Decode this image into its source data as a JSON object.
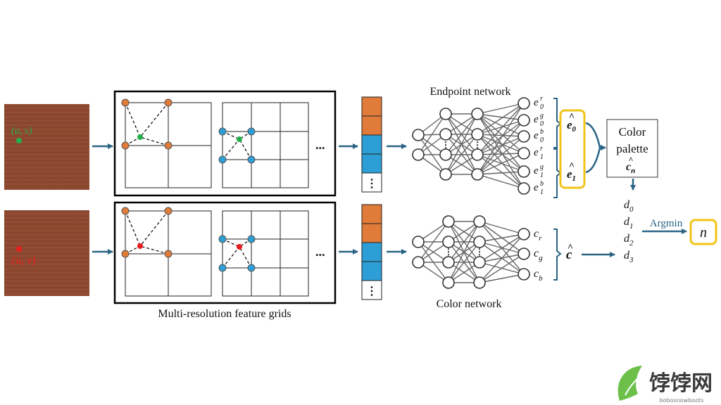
{
  "texture_top_label": "(u, v)",
  "texture_bottom_label": "(u, v)",
  "grids_caption": "Multi-resolution feature grids",
  "ellipsis": "...",
  "feature_vector_dots": "⋮",
  "endpoint_network_label": "Endpoint network",
  "color_network_label": "Color network",
  "endpoint_outputs": [
    {
      "base": "e",
      "sub": "0",
      "sup": "r"
    },
    {
      "base": "e",
      "sub": "0",
      "sup": "g"
    },
    {
      "base": "e",
      "sub": "0",
      "sup": "b"
    },
    {
      "base": "e",
      "sub": "1",
      "sup": "r"
    },
    {
      "base": "e",
      "sub": "1",
      "sup": "g"
    },
    {
      "base": "e",
      "sub": "1",
      "sup": "b"
    }
  ],
  "color_outputs": [
    {
      "base": "c",
      "sub": "r"
    },
    {
      "base": "c",
      "sub": "g"
    },
    {
      "base": "c",
      "sub": "b"
    }
  ],
  "e0_hat": {
    "base": "e",
    "sub": "0"
  },
  "e1_hat": {
    "base": "e",
    "sub": "1"
  },
  "c_hat": "c",
  "palette_line1": "Color",
  "palette_line2": "palette",
  "palette_cn": {
    "base": "c",
    "sub": "n"
  },
  "distances": [
    {
      "base": "d",
      "sub": "0"
    },
    {
      "base": "d",
      "sub": "1"
    },
    {
      "base": "d",
      "sub": "2"
    },
    {
      "base": "d",
      "sub": "3"
    }
  ],
  "argmin_label": "Argmin",
  "result_label": "n",
  "watermark_cn": "饽饽网",
  "watermark_en": "bobosnowboots",
  "colors": {
    "arrow": "#2a6485",
    "orange": "#e07b39",
    "blue": "#2e9fd6",
    "green": "#23b04a",
    "red": "#e81c1c",
    "highlight": "#f0c419",
    "texture": "#8f4a32",
    "node_edge": "#777777"
  }
}
